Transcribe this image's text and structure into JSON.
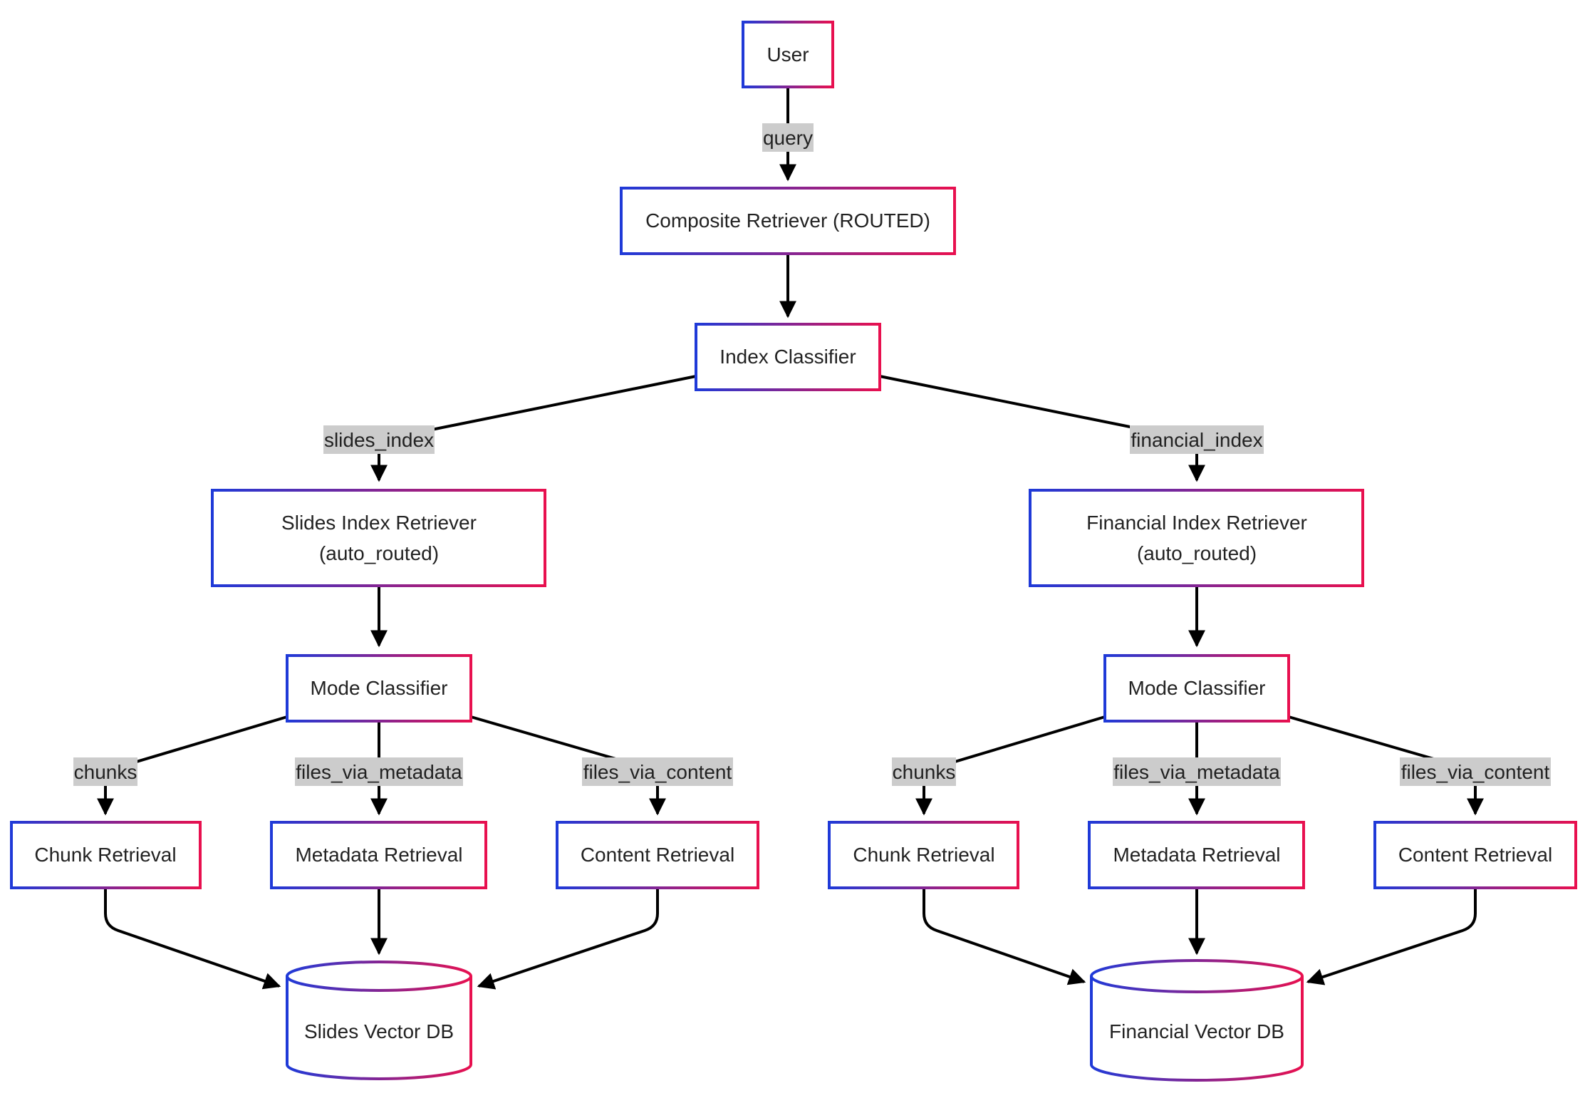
{
  "colors": {
    "gradient_start": "#1f3ad8",
    "gradient_end": "#e8104f",
    "edge": "#000000",
    "label_bg": "#cccccc",
    "text": "#222222"
  },
  "nodes": {
    "user": "User",
    "composite": "Composite Retriever (ROUTED)",
    "index_classifier": "Index Classifier",
    "slides_retriever": {
      "line1": "Slides Index Retriever",
      "line2": "(auto_routed)"
    },
    "financial_retriever": {
      "line1": "Financial Index Retriever",
      "line2": "(auto_routed)"
    },
    "slides_mode": "Mode Classifier",
    "financial_mode": "Mode Classifier",
    "slides_chunk": "Chunk Retrieval",
    "slides_metadata": "Metadata Retrieval",
    "slides_content": "Content Retrieval",
    "financial_chunk": "Chunk Retrieval",
    "financial_metadata": "Metadata Retrieval",
    "financial_content": "Content Retrieval",
    "slides_db": "Slides Vector DB",
    "financial_db": "Financial Vector DB"
  },
  "edge_labels": {
    "query": "query",
    "slides_index": "slides_index",
    "financial_index": "financial_index",
    "slides_chunks": "chunks",
    "slides_files_via_metadata": "files_via_metadata",
    "slides_files_via_content": "files_via_content",
    "financial_chunks": "chunks",
    "financial_files_via_metadata": "files_via_metadata",
    "financial_files_via_content": "files_via_content"
  }
}
